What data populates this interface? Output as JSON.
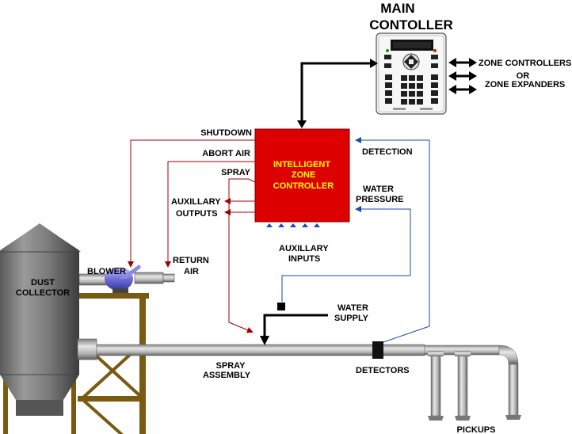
{
  "title_line1": "MAIN",
  "title_line2": "CONTOLLER",
  "zone_targets": {
    "line1": "ZONE CONTROLLERS",
    "line2": "OR",
    "line3": "ZONE EXPANDERS"
  },
  "controller": {
    "line1": "INTELLIGENT",
    "line2": "ZONE",
    "line3": "CONTROLLER"
  },
  "signals": {
    "shutdown": "SHUTDOWN",
    "abort_air": "ABORT AIR",
    "spray": "SPRAY",
    "auxillary": "AUXILLARY",
    "outputs": "OUTPUTS",
    "detection": "DETECTION",
    "water_pressure_1": "WATER",
    "water_pressure_2": "PRESSURE",
    "aux_inputs_1": "AUXILLARY",
    "aux_inputs_2": "INPUTS"
  },
  "equipment": {
    "blower": "BLOWER",
    "return_air_1": "RETURN",
    "return_air_2": "AIR",
    "dust_collector_1": "DUST",
    "dust_collector_2": "COLLECTOR",
    "water_supply_1": "WATER",
    "water_supply_2": "SUPPLY",
    "spray_assembly_1": "SPRAY",
    "spray_assembly_2": "ASSEMBLY",
    "detectors": "DETECTORS",
    "pickups": "PICKUPS"
  },
  "colors": {
    "controller_fill": "#dd0000",
    "controller_text": "#ffff00",
    "red_signal": "#a00000",
    "blue_signal": "#1c4aa8",
    "stand": "#7a5a10",
    "pipe": "#a8a8a8",
    "blower": "#6f6fd6"
  }
}
